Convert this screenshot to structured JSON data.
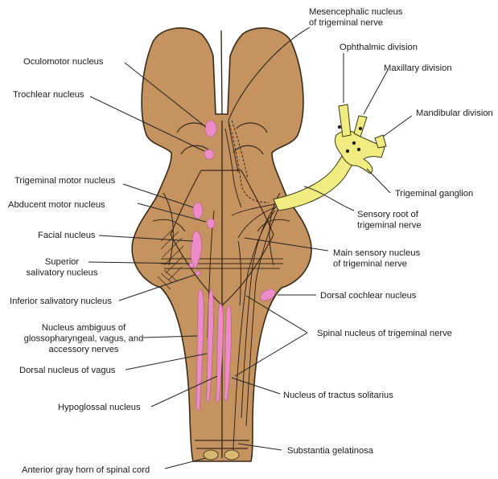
{
  "colors": {
    "brainstem": "#C4935F",
    "brainstem_outline": "#3a2a1a",
    "nucleus": "#EE8CC8",
    "trigeminal_nerve": "#F0EC82",
    "text": "#1a1a1a",
    "background": "#ffffff"
  },
  "labels": {
    "mesencephalic_nucleus": [
      "Mesencephalic nucleus",
      "of trigeminal nerve"
    ],
    "ophthalmic_division": [
      "Ophthalmic division"
    ],
    "maxillary_division": [
      "Maxillary division"
    ],
    "mandibular_division": [
      "Mandibular division"
    ],
    "trigeminal_ganglion": [
      "Trigeminal ganglion"
    ],
    "sensory_root": [
      "Sensory root of",
      "trigeminal nerve"
    ],
    "main_sensory_nucleus": [
      "Main sensory nucleus",
      "of trigeminal nerve"
    ],
    "dorsal_cochlear_nucleus": [
      "Dorsal cochlear nucleus"
    ],
    "spinal_nucleus_trigeminal": [
      "Spinal nucleus of trigeminal nerve"
    ],
    "nucleus_tractus_solitarius": [
      "Nucleus of tractus solitarius"
    ],
    "substantia_gelatinosa": [
      "Substantia gelatinosa"
    ],
    "oculomotor_nucleus": [
      "Oculomotor nucleus"
    ],
    "trochlear_nucleus": [
      "Trochlear nucleus"
    ],
    "trigeminal_motor_nucleus": [
      "Trigeminal motor nucleus"
    ],
    "abducent_motor_nucleus": [
      "Abducent motor nucleus"
    ],
    "facial_nucleus": [
      "Facial nucleus"
    ],
    "superior_salivatory_nucleus": [
      "Superior",
      "salivatory nucleus"
    ],
    "inferior_salivatory_nucleus": [
      "Inferior salivatory nucleus"
    ],
    "nucleus_ambiguus": [
      "Nucleus ambiguus of",
      "glossopharyngeal, vagus, and",
      "accessory nerves"
    ],
    "dorsal_nucleus_vagus": [
      "Dorsal nucleus of vagus"
    ],
    "hypoglossal_nucleus": [
      "Hypoglossal nucleus"
    ],
    "anterior_gray_horn": [
      "Anterior gray horn of spinal cord"
    ]
  }
}
